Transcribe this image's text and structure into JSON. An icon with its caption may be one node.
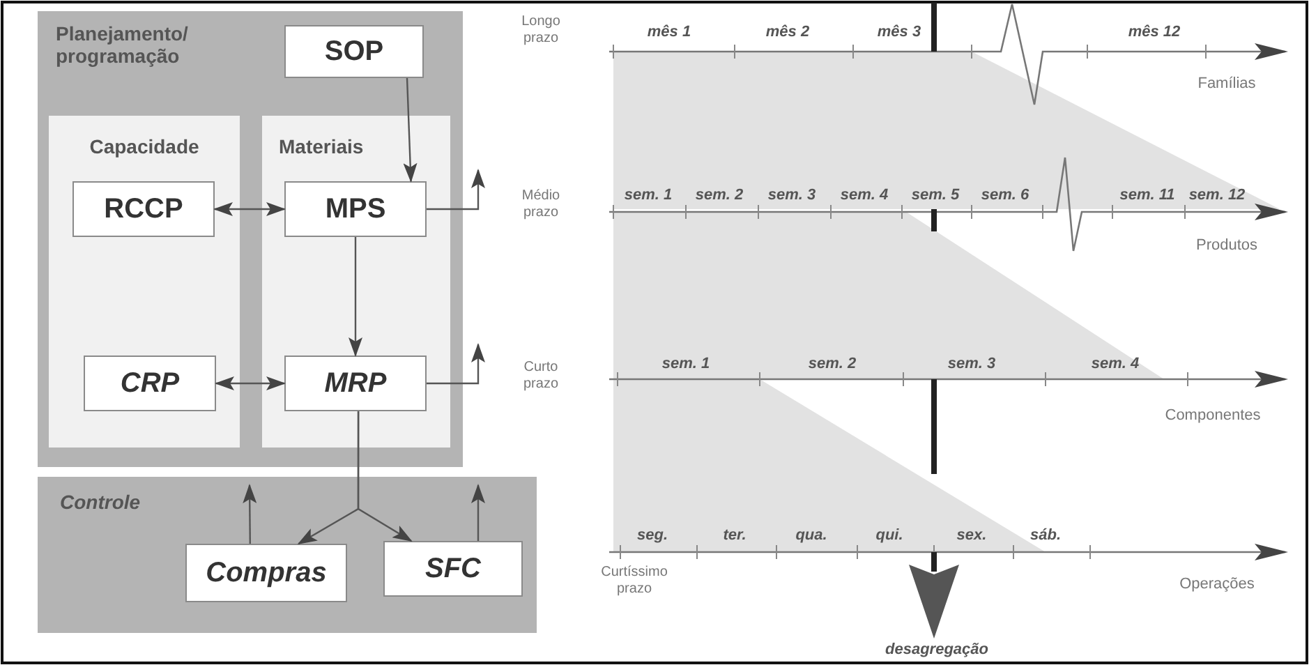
{
  "diagram": {
    "nodes": [
      {
        "text": [
          "Planejamento/ programação"
        ]
      },
      {
        "text": [
          "SOP"
        ],
        "in": 0
      },
      {
        "text": [
          "Capacidade"
        ],
        "in": 0
      },
      {
        "text": [
          "Materiais"
        ],
        "in": 0
      },
      {
        "text": [
          "RCCP"
        ],
        "in": 2
      },
      {
        "text": [
          "MPS"
        ],
        "in": 3
      },
      {
        "text": [
          "CRP"
        ],
        "in": 2
      },
      {
        "text": [
          "MRP"
        ],
        "in": 3
      },
      {
        "text": [
          "Controle"
        ]
      },
      {
        "text": [
          "Compras"
        ],
        "in": 8
      },
      {
        "text": [
          "SFC"
        ],
        "in": 8
      }
    ],
    "edges": [
      {
        "from": 1,
        "to": 5,
        "arrow": "to"
      },
      {
        "from": 4,
        "to": 5,
        "arrow": "both"
      },
      {
        "from": 5,
        "to": 7,
        "arrow": "to"
      },
      {
        "from": 6,
        "to": 7,
        "arrow": "both"
      },
      {
        "from": 7,
        "to": 9,
        "arrow": "to"
      },
      {
        "from": 7,
        "to": 10,
        "arrow": "to"
      },
      {
        "from": 5,
        "to": null,
        "arrow": "to"
      },
      {
        "from": 7,
        "to": null,
        "arrow": "to"
      },
      {
        "from": 9,
        "to": null,
        "arrow": "to"
      },
      {
        "from": 10,
        "to": null,
        "arrow": "to"
      }
    ],
    "labels": [
      "Longo prazo",
      "mês 1",
      "mês 2",
      "mês 3",
      "mês 12",
      "Famílias",
      "Médio prazo",
      "sem. 1",
      "sem. 2",
      "sem. 3",
      "sem. 4",
      "sem. 5",
      "sem. 6",
      "sem. 11",
      "sem. 12",
      "Produtos",
      "Curto prazo",
      "sem. 1",
      "sem. 2",
      "sem. 3",
      "sem. 4",
      "Componentes",
      "seg.",
      "ter.",
      "qua.",
      "qui.",
      "sex.",
      "sáb.",
      "Curtíssimo prazo",
      "Operações",
      "desagregação"
    ]
  }
}
